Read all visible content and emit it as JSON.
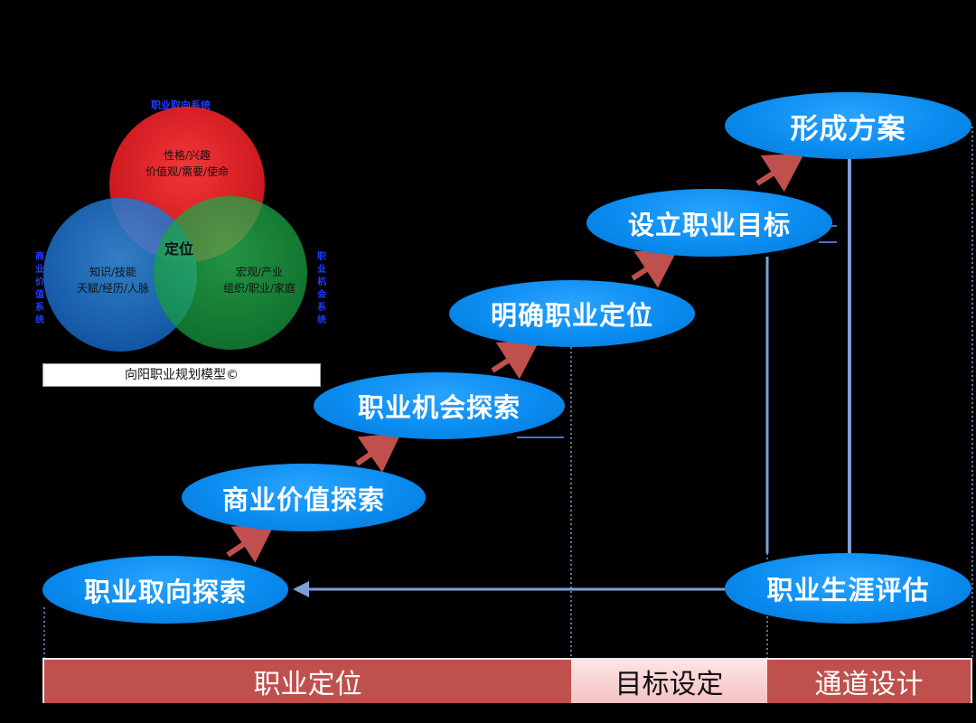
{
  "venn": {
    "top_title": "职业取向系统",
    "left_side_title": "商业价值系统",
    "right_side_title": "职业机会系统",
    "red_circle_line1": "性格/兴趣",
    "red_circle_line2": "价值观/需要/使命",
    "blue_circle_line1": "知识/技能",
    "blue_circle_line2": "天赋/经历/人脉",
    "green_circle_line1": "宏观/产业",
    "green_circle_line2": "组织/职业/家庭",
    "center_label": "定位",
    "caption": "向阳职业规划模型©",
    "colors": {
      "red": "#e8202a",
      "blue": "#1f7ad6",
      "green": "#1fa84a"
    }
  },
  "steps": {
    "step1": "职业取向探索",
    "step2": "商业价值探索",
    "step3": "职业机会探索",
    "step4": "明确职业定位",
    "step5": "设立职业目标",
    "step6": "形成方案",
    "evaluation": "职业生涯评估"
  },
  "phases": {
    "positioning": "职业定位",
    "goal_setting": "目标设定",
    "channel_design": "通道设计"
  },
  "colors": {
    "ellipse_blue": "#0a8cf0",
    "arrow_red": "#c0504d",
    "connector_blue": "#7f9fd6",
    "phase1_bg": "#c0504d",
    "phase2_bg": "#f5cfd0",
    "phase3_bg": "#c0504d"
  }
}
